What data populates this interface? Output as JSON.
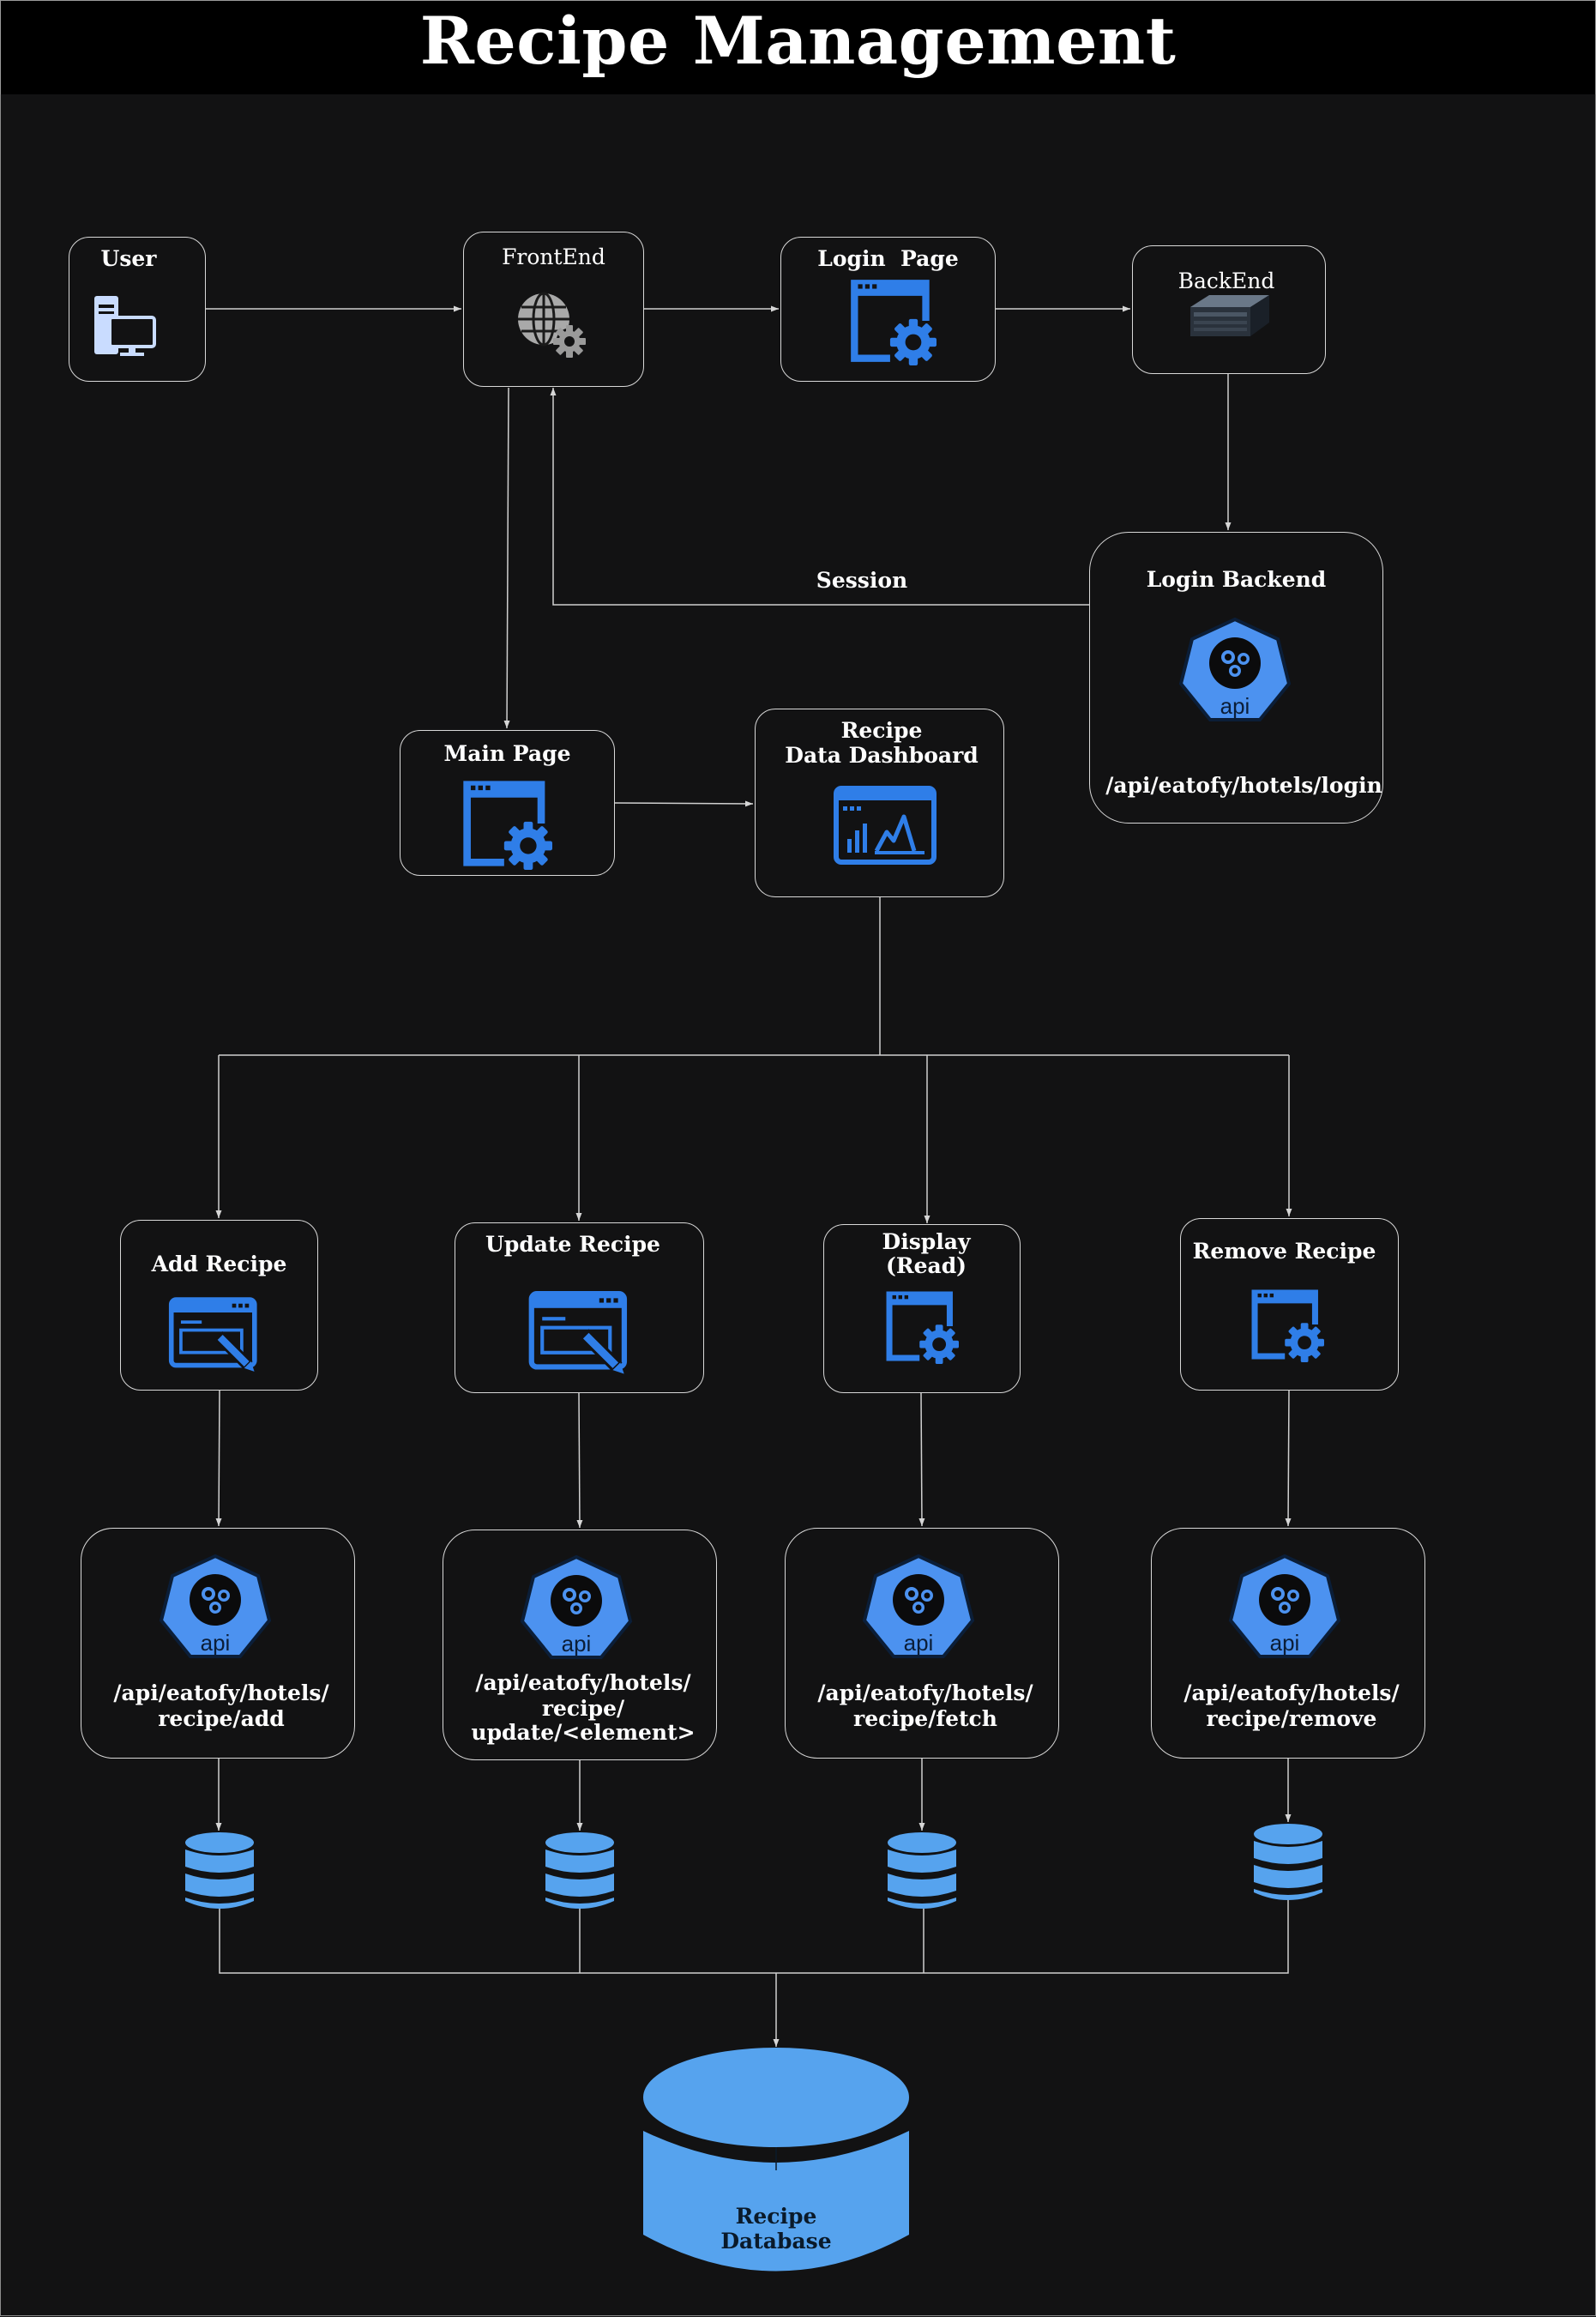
{
  "title": "Recipe Management",
  "colors": {
    "background": "#121213",
    "accent_blue": "#2f7ee8",
    "api_blue": "#4c92f0",
    "db_blue": "#56a3ee",
    "line": "#d0d0d0"
  },
  "nodes": {
    "user": {
      "label": "User",
      "icon": "user-computer-icon"
    },
    "frontend": {
      "label": "FrontEnd",
      "icon": "globe-gear-icon"
    },
    "login_page": {
      "label": "Login  Page",
      "icon": "window-gear-icon"
    },
    "backend": {
      "label": "BackEnd",
      "icon": "server-icon"
    },
    "login_backend": {
      "label": "Login Backend",
      "icon_text": "api",
      "endpoint": "/api/eatofy/hotels/login"
    },
    "main_page": {
      "label": "Main Page",
      "icon": "window-gear-icon"
    },
    "dashboard": {
      "label_line1": "Recipe",
      "label_line2": "Data Dashboard",
      "icon": "dashboard-chart-icon"
    },
    "add_recipe": {
      "label": "Add Recipe",
      "icon": "window-edit-icon"
    },
    "update_recipe": {
      "label": "Update Recipe",
      "icon": "window-edit-icon"
    },
    "display_recipe": {
      "label_line1": "Display",
      "label_line2": "(Read)",
      "icon": "window-gear-icon"
    },
    "remove_recipe": {
      "label": "Remove Recipe",
      "icon": "window-gear-icon"
    }
  },
  "edges": {
    "session_label": "Session"
  },
  "apis": [
    {
      "icon_text": "api",
      "line1": "/api/eatofy/hotels/",
      "line2": "recipe/add",
      "line3": ""
    },
    {
      "icon_text": "api",
      "line1": "/api/eatofy/hotels/",
      "line2": "recipe/",
      "line3": "update/<element>"
    },
    {
      "icon_text": "api",
      "line1": "/api/eatofy/hotels/",
      "line2": "recipe/fetch",
      "line3": ""
    },
    {
      "icon_text": "api",
      "line1": "/api/eatofy/hotels/",
      "line2": "recipe/remove",
      "line3": ""
    }
  ],
  "database": {
    "line1": "Recipe",
    "line2": "Database"
  }
}
